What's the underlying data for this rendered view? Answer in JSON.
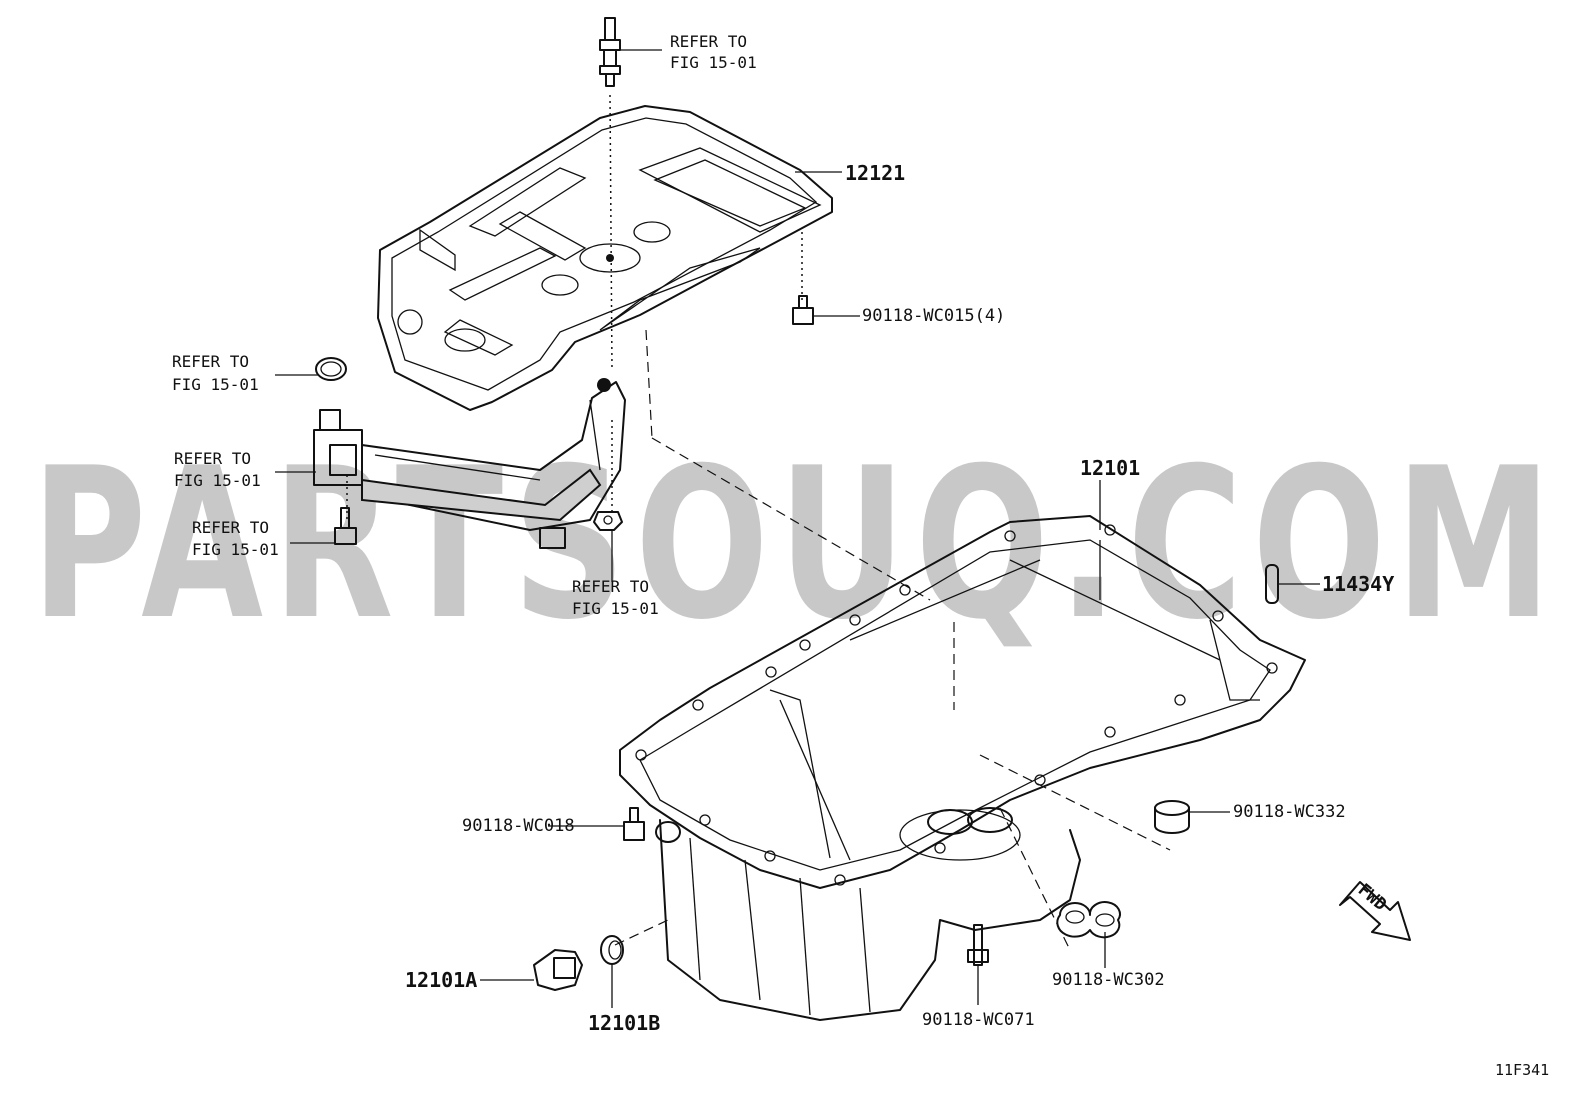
{
  "watermark": "PARTSOUQ.COM",
  "labels": {
    "refer_top_1": "REFER TO",
    "refer_top_2": "FIG 15-01",
    "refer_gasket_1": "REFER TO",
    "refer_gasket_2": "FIG 15-01",
    "refer_cooler_1": "REFER TO",
    "refer_cooler_2": "FIG 15-01",
    "refer_bolt_1": "REFER TO",
    "refer_bolt_2": "FIG 15-01",
    "refer_nut_1": "REFER TO",
    "refer_nut_2": "FIG 15-01",
    "p12121": "12121",
    "p12101": "12101",
    "p11434y": "11434Y",
    "p90118_wc015": "90118-WC015(4)",
    "p90118_wc018": "90118-WC018",
    "p90118_wc332": "90118-WC332",
    "p90118_wc302": "90118-WC302",
    "p90118_wc071": "90118-WC071",
    "p12101a": "12101A",
    "p12101b": "12101B",
    "fwd": "FWD",
    "figure_code": "11F341"
  }
}
